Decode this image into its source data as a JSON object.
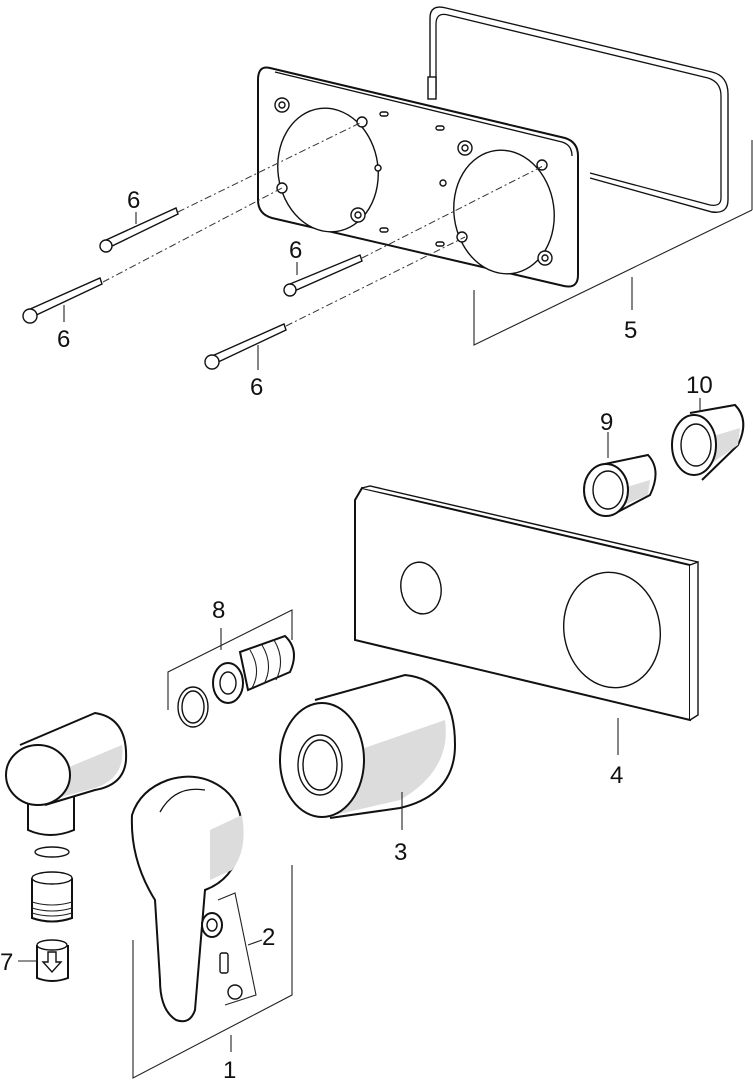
{
  "diagram": {
    "type": "exploded parts diagram",
    "parts": [
      {
        "id": "1",
        "label": "1",
        "name": "lever handle assembly"
      },
      {
        "id": "2",
        "label": "2",
        "name": "handle fixing set (sleeve, screw, nut)"
      },
      {
        "id": "3",
        "label": "3",
        "name": "cylindrical rosette sleeve"
      },
      {
        "id": "4",
        "label": "4",
        "name": "rectangular cover plate"
      },
      {
        "id": "5",
        "label": "5",
        "name": "mounting plate with frame"
      },
      {
        "id": "6a",
        "label": "6",
        "name": "long mounting screw"
      },
      {
        "id": "6b",
        "label": "6",
        "name": "long mounting screw"
      },
      {
        "id": "6c",
        "label": "6",
        "name": "long mounting screw"
      },
      {
        "id": "6d",
        "label": "6",
        "name": "long mounting screw"
      },
      {
        "id": "7",
        "label": "7",
        "name": "flow-direction insert"
      },
      {
        "id": "8",
        "label": "8",
        "name": "extension set (o-ring, threaded extension)"
      },
      {
        "id": "9",
        "label": "9",
        "name": "splined adapter"
      },
      {
        "id": "10",
        "label": "10",
        "name": "splined adapter"
      }
    ]
  },
  "icons": {
    "flow_arrow": "down-arrow-icon"
  }
}
